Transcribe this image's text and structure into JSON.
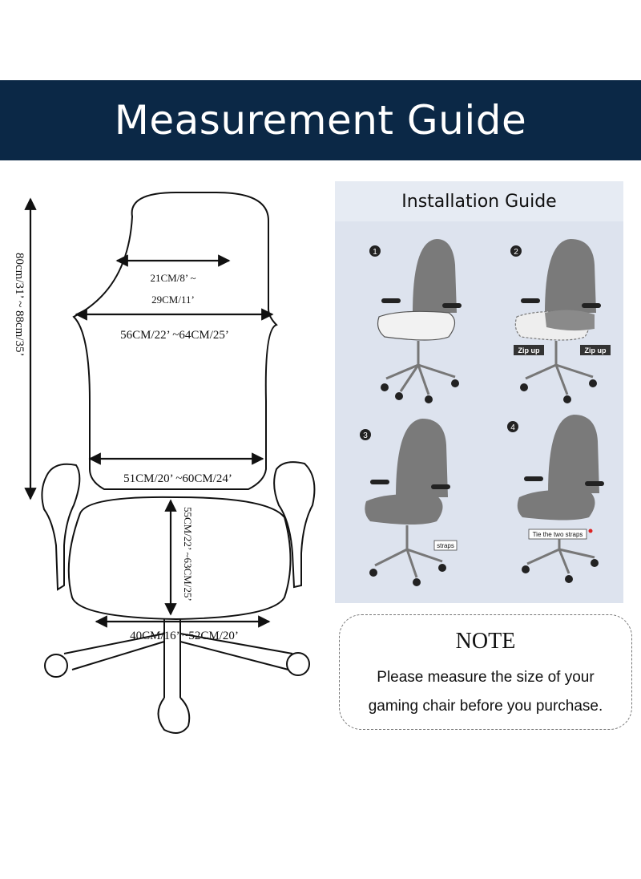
{
  "banner": {
    "title": "Measurement Guide"
  },
  "dimensions": {
    "height": "80cm/31’ ~ 88cm/35’",
    "headrest_line1": "21CM/8’ ~",
    "headrest_line2": "29CM/11’",
    "shoulder": "56CM/22’ ~64CM/25’",
    "lower_back": "51CM/20’ ~60CM/24’",
    "seat_depth": "55CM/22’ ~63CM/25’",
    "seat_width": "40CM/16’ ~52CM/20’"
  },
  "install": {
    "title": "Installation Guide",
    "steps": [
      {
        "number": "1"
      },
      {
        "number": "2",
        "labels": [
          "Zip up",
          "Zip up"
        ]
      },
      {
        "number": "3",
        "labels": [
          "straps"
        ]
      },
      {
        "number": "4",
        "labels": [
          "Tie the two straps"
        ]
      }
    ]
  },
  "note": {
    "title": "NOTE",
    "line1": "Please measure the size of your",
    "line2": "gaming chair before you purchase."
  },
  "colors": {
    "banner": "#0b2846",
    "panel": "#dde3ee",
    "cover": "#7a7a7a"
  }
}
